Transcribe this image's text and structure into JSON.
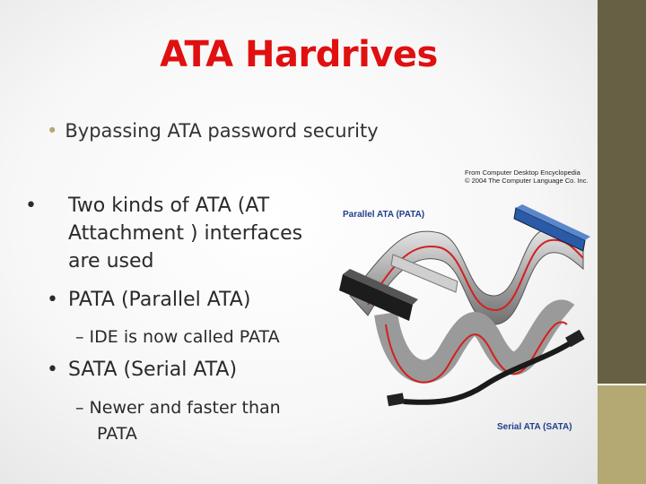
{
  "slide": {
    "title": "ATA Hardrives",
    "bullet_intro": "Bypassing ATA password security",
    "bullet_two_kinds": "Two kinds of ATA (AT Attachment ) interfaces are used",
    "bullet_pata": "PATA (Parallel ATA)",
    "sub_pata": "– IDE is now called PATA",
    "bullet_sata": "SATA (Serial ATA)",
    "sub_sata": "– Newer and faster than PATA"
  },
  "figure": {
    "credit_line1": "From Computer Desktop Encyclopedia",
    "credit_line2": "© 2004 The Computer Language Co. Inc.",
    "label_pata": "Parallel ATA (PATA)",
    "label_sata": "Serial ATA (SATA)"
  },
  "colors": {
    "title": "#e01010",
    "sidebar_dark": "#676044",
    "sidebar_light": "#b4a873",
    "figure_label": "#1f3f8a"
  }
}
